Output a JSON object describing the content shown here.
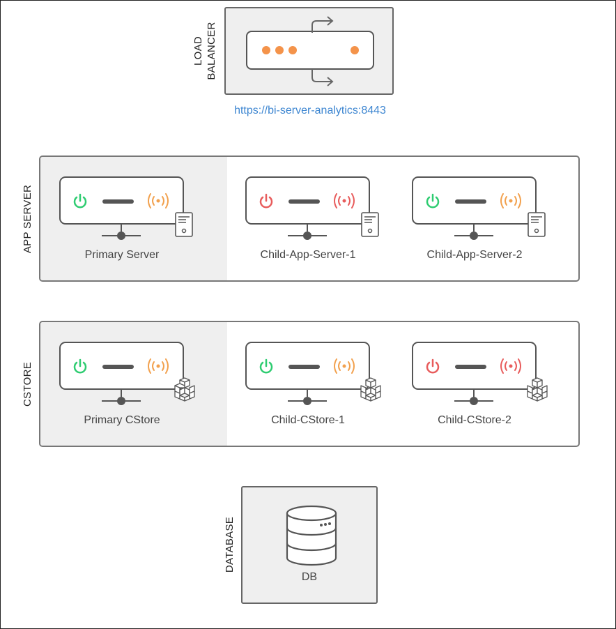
{
  "load_balancer": {
    "label_line1": "LOAD",
    "label_line2": "BALANCER",
    "url": "https://bi-server-analytics:8443"
  },
  "app_server": {
    "label": "APP SERVER",
    "nodes": [
      {
        "name": "Primary Server",
        "power": "on",
        "signal": "warning"
      },
      {
        "name": "Child-App-Server-1",
        "power": "off",
        "signal": "error"
      },
      {
        "name": "Child-App-Server-2",
        "power": "on",
        "signal": "warning"
      }
    ]
  },
  "cstore": {
    "label": "CSTORE",
    "nodes": [
      {
        "name": "Primary CStore",
        "power": "on",
        "signal": "warning"
      },
      {
        "name": "Child-CStore-1",
        "power": "on",
        "signal": "warning"
      },
      {
        "name": "Child-CStore-2",
        "power": "off",
        "signal": "error"
      }
    ]
  },
  "database": {
    "label": "DATABASE",
    "name": "DB"
  },
  "colors": {
    "power_on": "#2ecc71",
    "power_off": "#e85c5c",
    "signal_warning": "#f2a14e",
    "signal_error": "#e85c5c",
    "lb_dot": "#f4934a",
    "url": "#3d86d1"
  }
}
